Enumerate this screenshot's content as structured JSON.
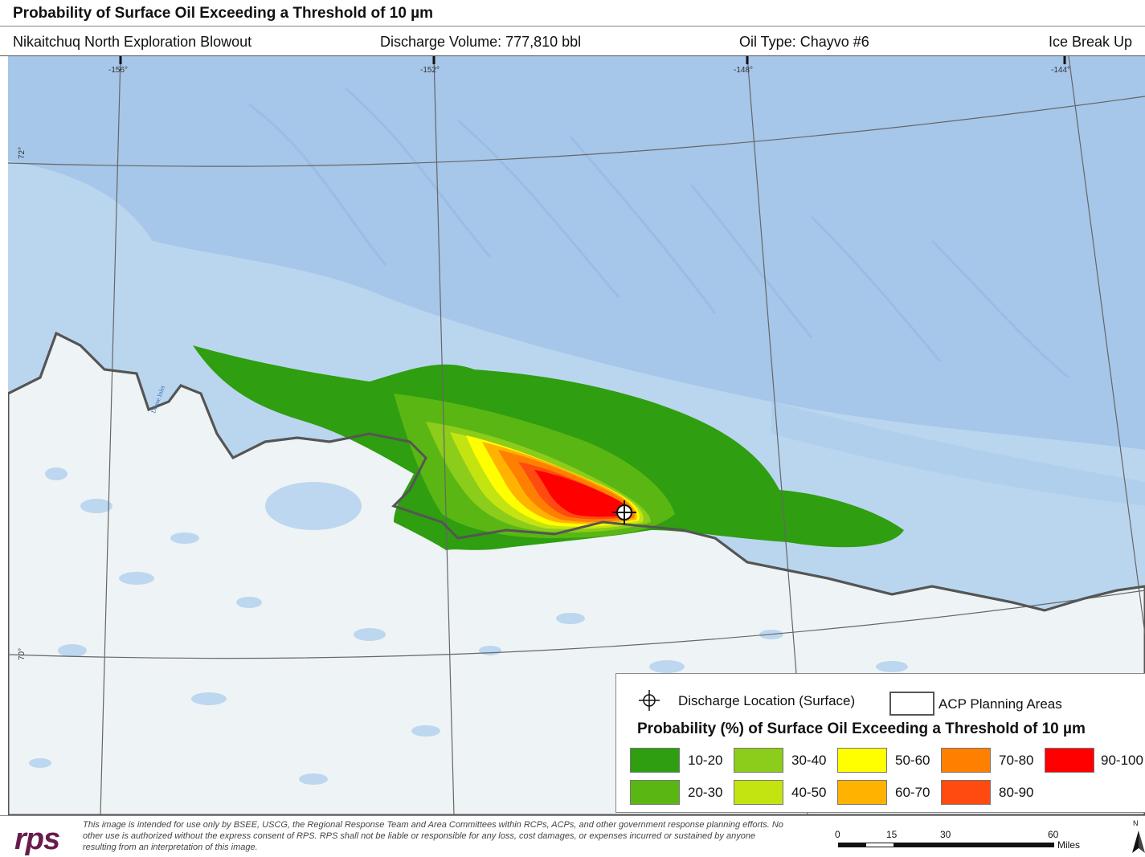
{
  "header": {
    "title": "Probability of Surface Oil Exceeding a Threshold of 10 µm",
    "location": "Nikaitchuq North Exploration Blowout",
    "volume": "Discharge Volume: 777,810 bbl",
    "oil_type": "Oil Type: Chayvo #6",
    "season": "Ice Break Up"
  },
  "graticule": {
    "lon_labels": [
      "-156°",
      "-152°",
      "-148°",
      "-144°"
    ],
    "lat_labels": [
      "72°",
      "70°"
    ]
  },
  "map_labels": {
    "water_body": "Dease Inlet"
  },
  "legend": {
    "discharge_label": "Discharge Location (Surface)",
    "acp_label": "ACP Planning Areas",
    "title": "Probability (%) of Surface Oil Exceeding a Threshold of 10 µm",
    "classes": [
      {
        "label": "10-20",
        "color": "#2f9e10"
      },
      {
        "label": "20-30",
        "color": "#5ab713"
      },
      {
        "label": "30-40",
        "color": "#8ccc1a"
      },
      {
        "label": "40-50",
        "color": "#c4e412"
      },
      {
        "label": "50-60",
        "color": "#ffff00"
      },
      {
        "label": "60-70",
        "color": "#ffb300"
      },
      {
        "label": "70-80",
        "color": "#ff7f00"
      },
      {
        "label": "80-90",
        "color": "#ff4a10"
      },
      {
        "label": "90-100",
        "color": "#ff0000"
      }
    ]
  },
  "footer": {
    "logo": "rps",
    "disclaimer": "This image is intended for use only by BSEE, USCG, the Regional Response Team and Area Committees within RCPs, ACPs, and other government response planning efforts. No other use is authorized without the express consent of RPS. RPS shall not be liable or responsible for any loss, cost damages, or expenses incurred or sustained by anyone resulting from an interpretation of this image.",
    "scale": {
      "ticks": [
        "0",
        "15",
        "30",
        "60"
      ],
      "unit": "Miles"
    },
    "north": "N"
  },
  "colors": {
    "land": "#eef3f5",
    "shelf_water": "#b9d6ee",
    "deep_water": "#9cc0e8",
    "coast_line": "#555555"
  }
}
